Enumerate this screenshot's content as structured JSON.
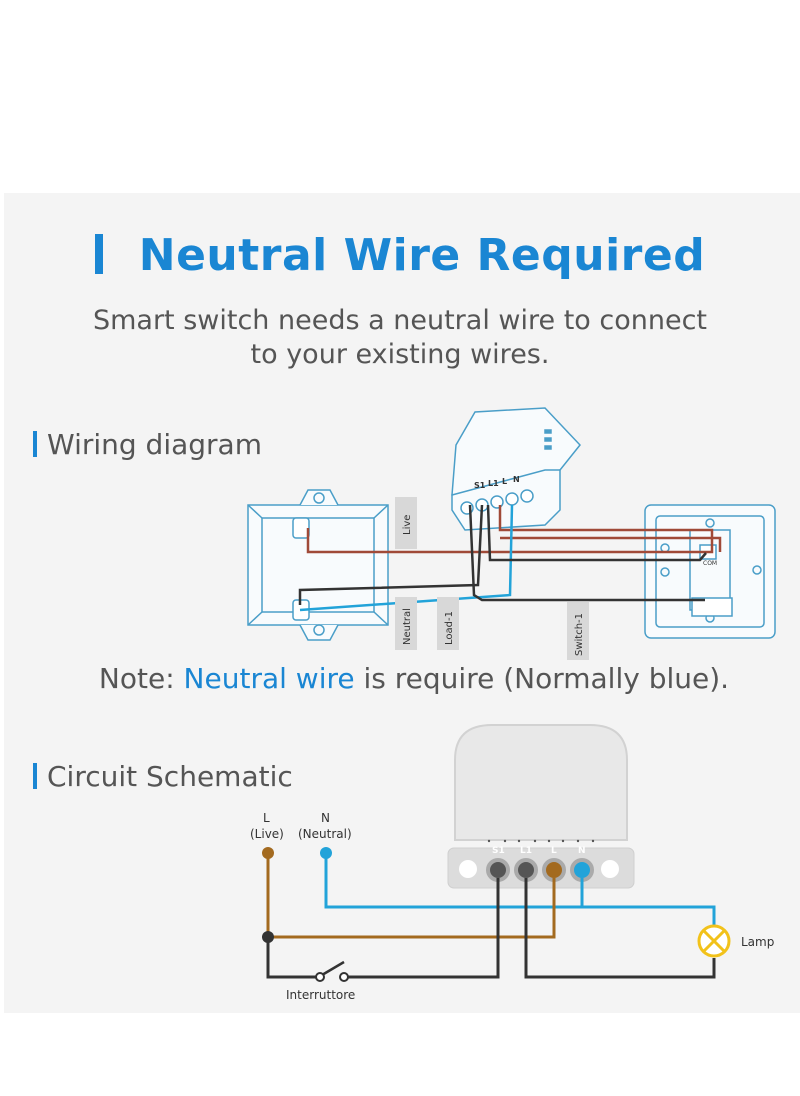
{
  "header": {
    "title": "Neutral Wire Required",
    "subtitle_line1": "Smart switch needs a neutral wire to connect",
    "subtitle_line2": "to your existing wires."
  },
  "wiring": {
    "section_title": "Wiring diagram",
    "labels": {
      "live": "Live",
      "neutral": "Neutral",
      "load": "Load-1",
      "switch": "Switch-1"
    },
    "terminal_labels": [
      "S1",
      "L1",
      "L",
      "N"
    ],
    "switch_terminal_label": "COM"
  },
  "note": {
    "prefix": "Note: ",
    "highlight": "Neutral wire",
    "suffix": " is require (Normally blue)."
  },
  "circuit": {
    "section_title": "Circuit Schematic",
    "live_label": "L",
    "live_sublabel": "(Live)",
    "neutral_label": "N",
    "neutral_sublabel": "(Neutral)",
    "terminal_labels": [
      "S1",
      "L1",
      "L",
      "N"
    ],
    "lamp_label": "Lamp",
    "switch_label": "Interruttore"
  },
  "colors": {
    "accent": "#1a86d3",
    "live": "#a04a38",
    "brown": "#a36a1f",
    "neutral": "#22a3d9",
    "black": "#333333",
    "lamp": "#f2c21a"
  }
}
